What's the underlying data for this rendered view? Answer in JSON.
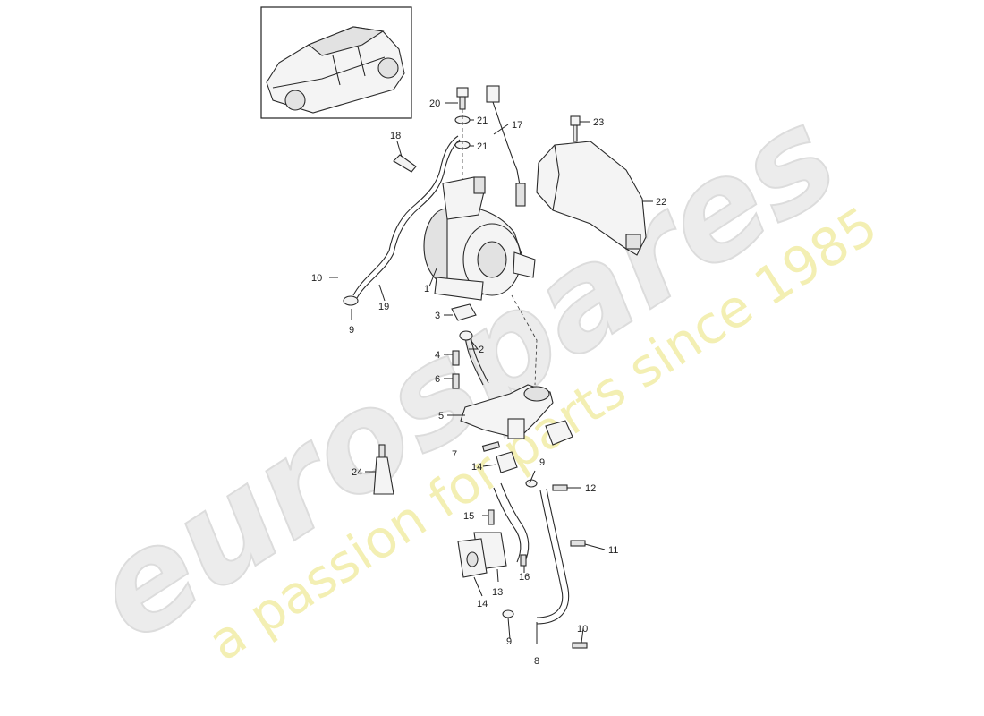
{
  "watermark": {
    "brand": "eurospares",
    "tagline": "a passion for parts since 1985"
  },
  "callouts": {
    "p1": "1",
    "p2": "2",
    "p3": "3",
    "p4": "4",
    "p5": "5",
    "p6": "6",
    "p7": "7",
    "p8": "8",
    "p9a": "9",
    "p9b": "9",
    "p9c": "9",
    "p10a": "10",
    "p10b": "10",
    "p11": "11",
    "p12": "12",
    "p13": "13",
    "p14a": "14",
    "p14b": "14",
    "p15": "15",
    "p16": "16",
    "p17": "17",
    "p18": "18",
    "p19": "19",
    "p20": "20",
    "p21a": "21",
    "p21b": "21",
    "p22": "22",
    "p23": "23",
    "p24": "24"
  },
  "colors": {
    "line": "#222222",
    "watermark_brand": "#e6e6e6",
    "watermark_tagline": "#f0ea9e"
  }
}
